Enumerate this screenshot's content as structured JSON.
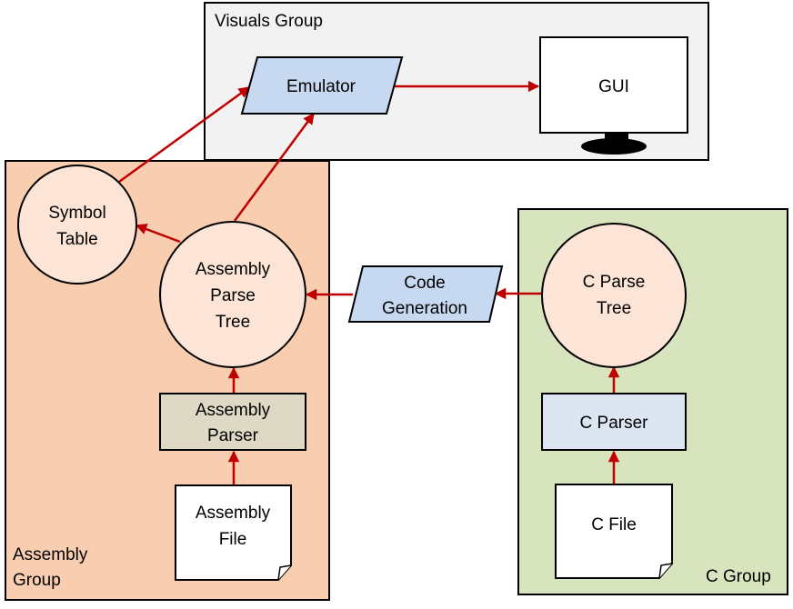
{
  "groups": {
    "visuals": {
      "label": "Visuals Group"
    },
    "assembly": {
      "label_line1": "Assembly",
      "label_line2": "Group"
    },
    "c": {
      "label": "C Group"
    }
  },
  "nodes": {
    "emulator": {
      "label": "Emulator"
    },
    "gui": {
      "label": "GUI"
    },
    "symbol_table": {
      "line1": "Symbol",
      "line2": "Table"
    },
    "assembly_parse_tree": {
      "line1": "Assembly",
      "line2": "Parse",
      "line3": "Tree"
    },
    "assembly_parser": {
      "line1": "Assembly",
      "line2": "Parser"
    },
    "assembly_file": {
      "line1": "Assembly",
      "line2": "File"
    },
    "code_generation": {
      "line1": "Code",
      "line2": "Generation"
    },
    "c_parse_tree": {
      "line1": "C Parse",
      "line2": "Tree"
    },
    "c_parser": {
      "label": "C Parser"
    },
    "c_file": {
      "label": "C File"
    }
  },
  "colors": {
    "visuals_group_fill": "#f2f2f2",
    "assembly_group_fill": "#f8cdb0",
    "c_group_fill": "#d7e4bd",
    "circle_fill": "#fce4d6",
    "parallelogram_fill": "#c6d9f1",
    "assembly_parser_fill": "#ddd9c4",
    "c_parser_fill": "#dce6f2",
    "arrow": "#c00000",
    "stroke": "#000000"
  }
}
